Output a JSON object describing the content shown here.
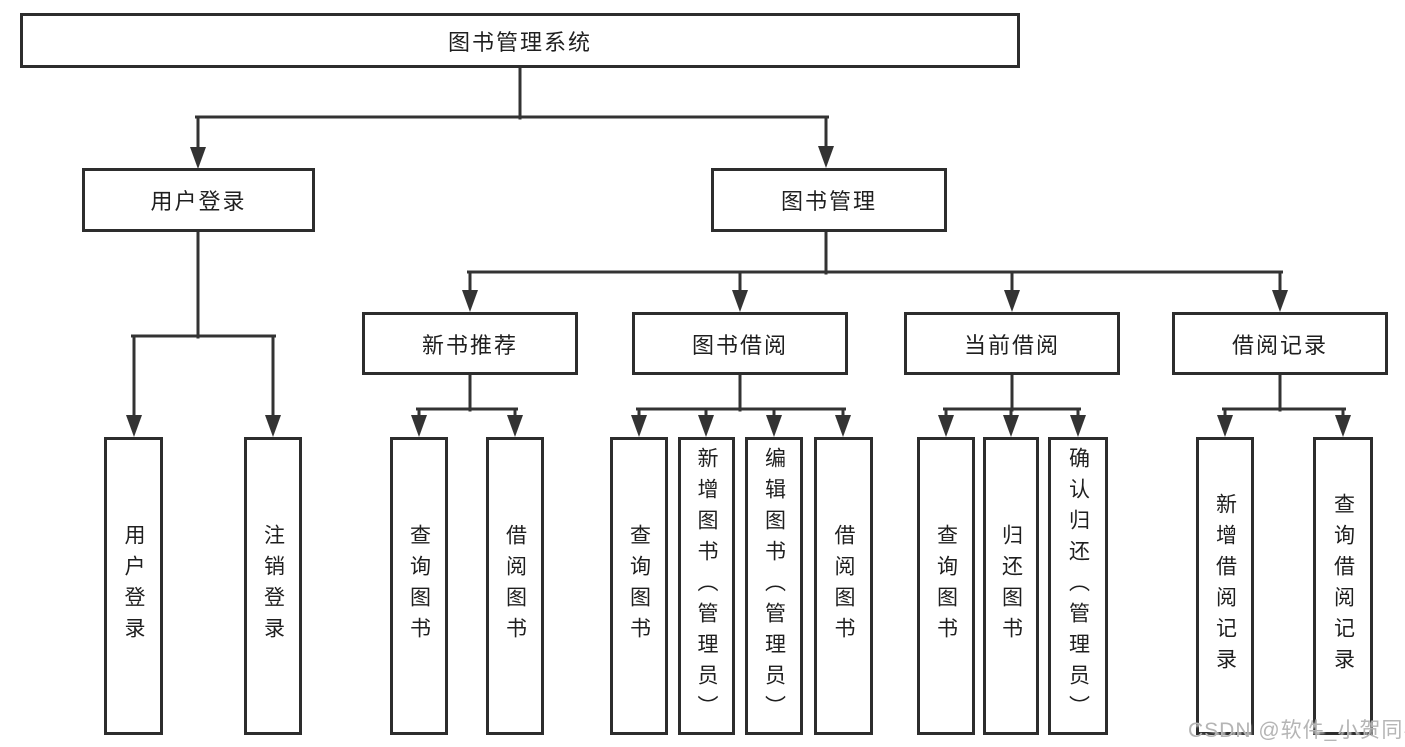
{
  "root": {
    "label": "图书管理系统"
  },
  "level2": {
    "user_login": {
      "label": "用户登录"
    },
    "book_management": {
      "label": "图书管理"
    }
  },
  "level3": {
    "new_book_rec": {
      "label": "新书推荐"
    },
    "book_borrow": {
      "label": "图书借阅"
    },
    "current_borrow": {
      "label": "当前借阅"
    },
    "borrow_records": {
      "label": "借阅记录"
    }
  },
  "leaves": {
    "user_login_leaf": {
      "label": "用户登录"
    },
    "logout": {
      "label": "注销登录"
    },
    "nbr_query_books": {
      "label": "查询图书"
    },
    "nbr_borrow_books": {
      "label": "借阅图书"
    },
    "bb_query_books": {
      "label": "查询图书"
    },
    "bb_add_books": {
      "label": "新增图书（管理员）"
    },
    "bb_edit_books": {
      "label": "编辑图书（管理员）"
    },
    "bb_borrow_books": {
      "label": "借阅图书"
    },
    "cb_query_books": {
      "label": "查询图书"
    },
    "cb_return_books": {
      "label": "归还图书"
    },
    "cb_confirm_return": {
      "label": "确认归还（管理员）"
    },
    "br_add_record": {
      "label": "新增借阅记录"
    },
    "br_query_record": {
      "label": "查询借阅记录"
    }
  },
  "watermark": {
    "label": "CSDN @软件_小贺同学"
  },
  "colors": {
    "line": "#333333",
    "box_border": "#2d2d2d",
    "text": "#1f1f1f",
    "watermark": "#b5b5b5",
    "background": "#ffffff"
  }
}
